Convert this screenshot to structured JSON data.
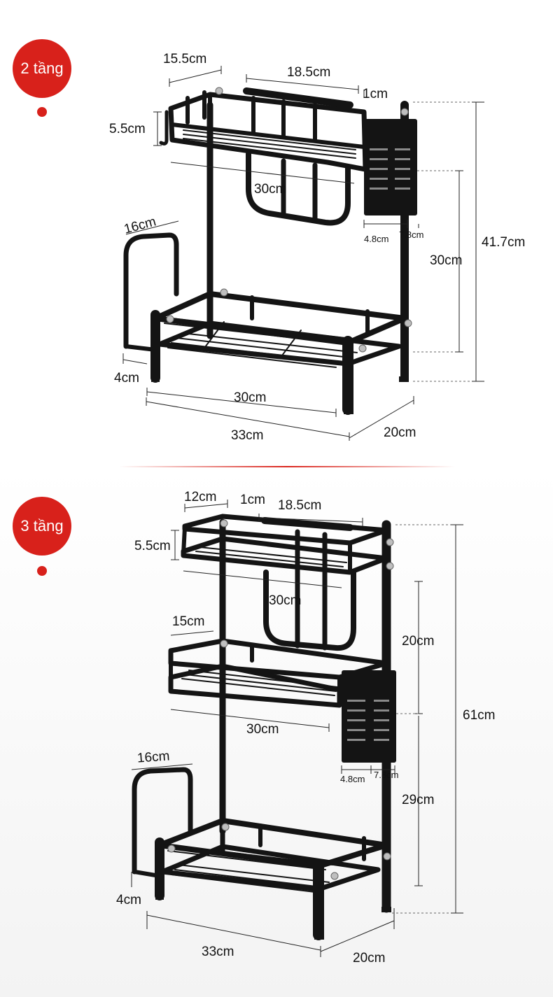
{
  "tiers": [
    {
      "badge": "2 tầng",
      "dims": {
        "top_depth": "15.5cm",
        "rail_length": "18.5cm",
        "rail_gap": "1cm",
        "top_height": "5.5cm",
        "top_width": "30cm",
        "board_holder": "16cm",
        "holder_depth": "4.8cm",
        "holder_width": "7.8cm",
        "tier_gap": "30cm",
        "total_height": "41.7cm",
        "foot": "4cm",
        "bottom_width": "30cm",
        "overall_width": "33cm",
        "overall_depth": "20cm"
      }
    },
    {
      "badge": "3 tầng",
      "dims": {
        "top_depth": "12cm",
        "rail_gap": "1cm",
        "rail_length": "18.5cm",
        "top_height": "5.5cm",
        "top_width": "30cm",
        "middle_depth": "15cm",
        "upper_gap": "20cm",
        "middle_width": "30cm",
        "total_height": "61cm",
        "board_holder": "16cm",
        "holder_depth": "4.8cm",
        "holder_width": "7.8cm",
        "lower_gap": "29cm",
        "foot": "4cm",
        "overall_width": "33cm",
        "overall_depth": "20cm"
      }
    }
  ],
  "colors": {
    "accent": "#d8211b",
    "metal": "#141414"
  }
}
